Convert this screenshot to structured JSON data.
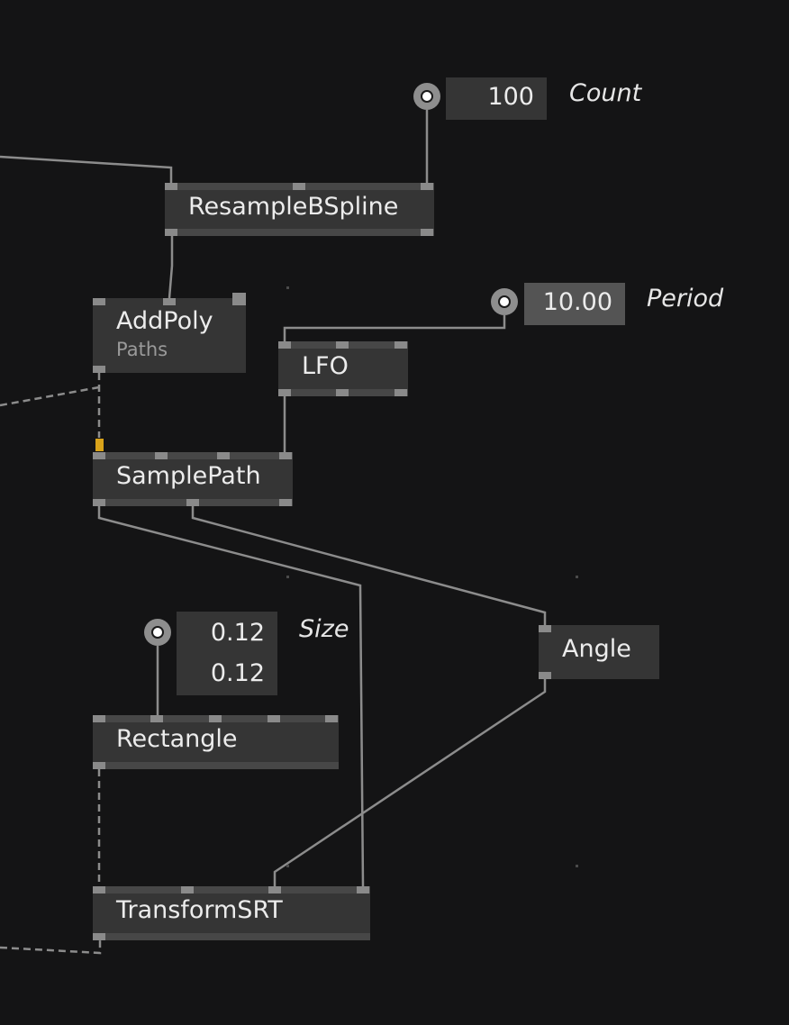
{
  "nodes": {
    "resample": {
      "title": "ResampleBSpline"
    },
    "addpoly": {
      "title": "AddPoly",
      "subtitle": "Paths"
    },
    "lfo": {
      "title": "LFO"
    },
    "samplepath": {
      "title": "SamplePath"
    },
    "angle": {
      "title": "Angle"
    },
    "rectangle": {
      "title": "Rectangle"
    },
    "transform": {
      "title": "TransformSRT"
    }
  },
  "inputs": {
    "count": {
      "value": "100",
      "label": "Count"
    },
    "period": {
      "value": "10.00",
      "label": "Period"
    },
    "size": {
      "value_x": "0.12",
      "value_y": "0.12",
      "label": "Size"
    }
  },
  "colors": {
    "background": "#141415",
    "node": "#353535",
    "link": "#8c8c8c",
    "highlight_pin": "#d9a31a"
  }
}
